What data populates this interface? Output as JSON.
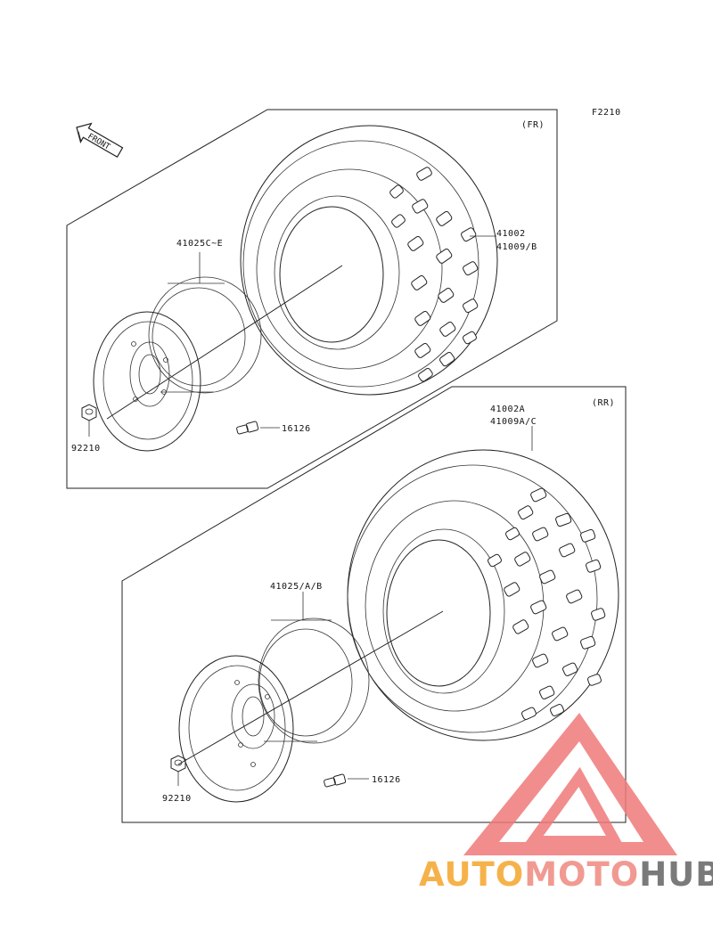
{
  "figure_code": "F2210",
  "front_arrow_text": "FRONT",
  "front_panel": {
    "title": "(FR)",
    "rim_part": "41025C~E",
    "tire_parts": [
      "41002",
      "41009/B"
    ],
    "valve_part": "16126",
    "nut_part": "92210"
  },
  "rear_panel": {
    "title": "(RR)",
    "rim_part": "41025/A/B",
    "tire_parts": [
      "41002A",
      "41009A/C"
    ],
    "valve_part": "16126",
    "nut_part": "92210"
  },
  "watermark": {
    "part1": "AUTO",
    "part2": "MOTO",
    "part3": "HUB",
    "colors": {
      "auto": "#f6b24a",
      "moto": "#f19a92",
      "hub": "#7a7a7a",
      "triangle": "#f07a7a"
    }
  }
}
